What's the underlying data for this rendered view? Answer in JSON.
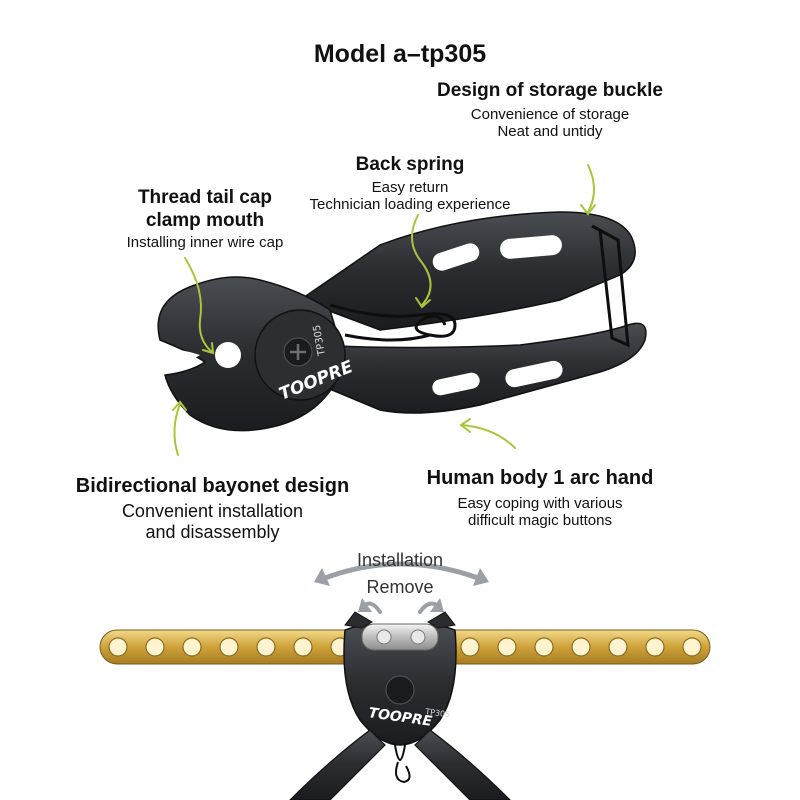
{
  "model_title": "Model a–tp305",
  "features": {
    "storage_buckle": {
      "title": "Design of storage buckle",
      "line1": "Convenience of storage",
      "line2": "Neat and untidy"
    },
    "back_spring": {
      "title": "Back spring",
      "line1": "Easy return",
      "line2": "Technician loading experience"
    },
    "thread_tail": {
      "title_line1": "Thread tail cap",
      "title_line2": "clamp mouth",
      "line1": "Installing inner wire cap"
    },
    "bayonet": {
      "title": "Bidirectional bayonet design",
      "line1": "Convenient installation",
      "line2": "and disassembly"
    },
    "arc_hand": {
      "title": "Human body 1 arc hand",
      "line1": "Easy coping with various",
      "line2": "difficult magic buttons"
    }
  },
  "product": {
    "brand": "TOOPRE",
    "model_mark": "TP305"
  },
  "diagram": {
    "installation_label": "Installation",
    "remove_label": "Remove"
  },
  "colors": {
    "arrow": "#a8c63a",
    "tool": "#2b2d30",
    "chain": "#d8b14a",
    "link_pin": "#c9c9c9"
  }
}
